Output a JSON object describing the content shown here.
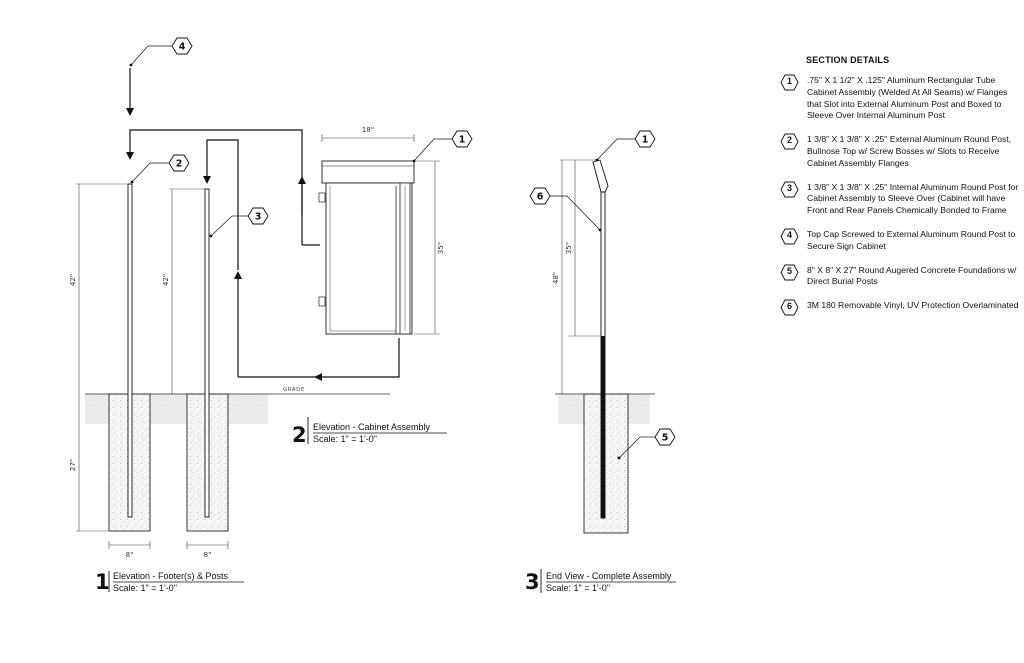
{
  "section_details": {
    "heading": "SECTION DETAILS",
    "items": [
      {
        "num": "1",
        "text": ".75\" X 1 1/2\" X .125\" Aluminum Rectangular Tube Cabinet Assembly (Welded At All Seams) w/ Flanges that Slot into External Aluminum Post and Boxed to Sleeve Over Internal Aluminum Post"
      },
      {
        "num": "2",
        "text": "1 3/8\" X 1 3/8\" X .25\" External Aluminum Round Post, Bullnose Top w/ Screw Bosses w/ Slots to Receive Cabinet Assembly Flanges"
      },
      {
        "num": "3",
        "text": "1 3/8\" X 1 3/8\" X .25\" Internal Aluminum Round Post for Cabinet Assembly to Sleeve Over (Cabinet will have Front and Rear Panels Chemically Bonded to Frame"
      },
      {
        "num": "4",
        "text": "Top Cap Screwed to External Aluminum Round Post to Secure Sign Cabinet"
      },
      {
        "num": "5",
        "text": "8\" X 8\" X 27\" Round Augered Concrete Foundations w/ Direct Burial Posts"
      },
      {
        "num": "6",
        "text": "3M 180 Removable Vinyl, UV Protection Overlaminated"
      }
    ]
  },
  "views": {
    "v1": {
      "num": "1",
      "title": "Elevation - Footer(s) & Posts",
      "scale": "Scale: 1\" = 1'-0\""
    },
    "v2": {
      "num": "2",
      "title": "Elevation - Cabinet Assembly",
      "scale": "Scale: 1\" = 1'-0\""
    },
    "v3": {
      "num": "3",
      "title": "End View - Complete Assembly",
      "scale": "Scale: 1\" = 1'-0\""
    }
  },
  "dimensions": {
    "post_42": "42\"",
    "post_42b": "42\"",
    "footing_27": "27\"",
    "footing_w1": "8\"",
    "footing_w2": "8\"",
    "cabinet_w": "18\"",
    "cabinet_h": "35\"",
    "end_48": "48\"",
    "end_35": "35\""
  },
  "callouts": {
    "c4": "4",
    "c2": "2",
    "c3": "3",
    "c1a": "1",
    "c1b": "1",
    "c6": "6",
    "c5": "5"
  },
  "grade_label": "GRADE"
}
